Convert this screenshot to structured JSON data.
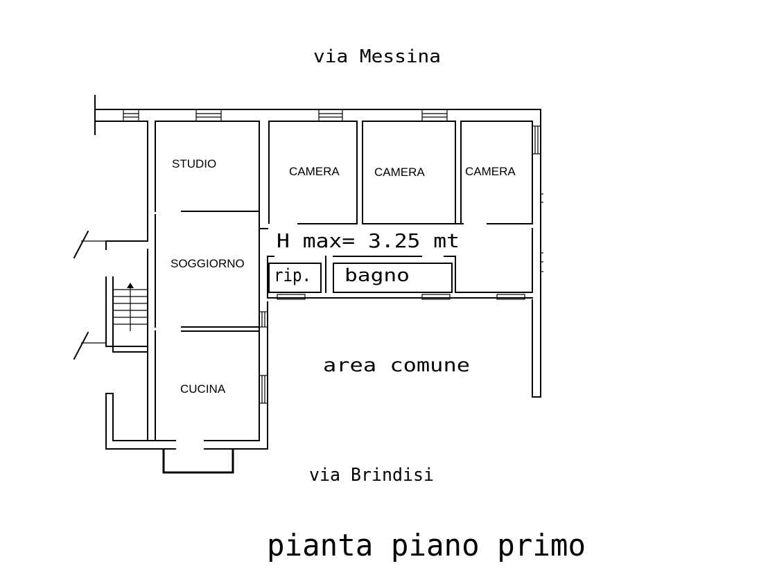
{
  "streets": {
    "north": "via Messina",
    "south": "via Brindisi"
  },
  "rooms": {
    "studio": "STUDIO",
    "camera_1": "CAMERA",
    "camera_2": "CAMERA",
    "camera_3": "CAMERA",
    "soggiorno": "SOGGIORNO",
    "cucina": "CUCINA",
    "ripostiglio": "rip.",
    "bagno": "bagno",
    "area_comune": "area comune"
  },
  "height_note": "H max= 3.25 mt",
  "drawing_title": "pianta piano primo"
}
